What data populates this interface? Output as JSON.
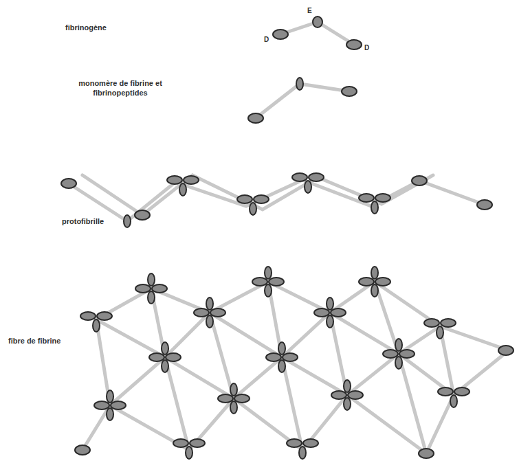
{
  "diagram": {
    "labels": [
      "fibrinogène",
      "D",
      "E",
      "D",
      "monomère de fibrine et fibrinopeptides",
      "protofibrille",
      "fibre de fibrine"
    ]
  }
}
